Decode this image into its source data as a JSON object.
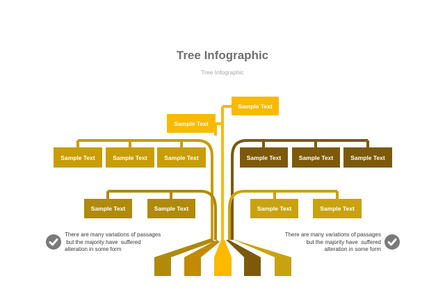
{
  "header": {
    "title": "Tree Infographic",
    "subtitle": "Tree Infographic"
  },
  "boxes": {
    "top_right": "Sample Text",
    "top_left": "Sample Text",
    "left_upper": [
      "Sample Text",
      "Sample Text",
      "Sample Text"
    ],
    "right_upper": [
      "Sample Text",
      "Sample Text",
      "Sample Text"
    ],
    "left_lower": [
      "Sample Text",
      "Sample Text"
    ],
    "right_lower": [
      "Sample Text",
      "Sample Text"
    ]
  },
  "notes": {
    "left": [
      "There are many variations of passages",
      " but the majority have  suffered",
      "alteration in some form"
    ],
    "right": [
      "There are many variations of passages",
      "but the majority have  suffered",
      "alteration in some form"
    ]
  },
  "icons": {
    "left": "check-circle-icon",
    "right": "check-circle-icon"
  },
  "colors": {
    "yellow": "#fbb900",
    "gold": "#c89d05",
    "olive": "#b08a0a",
    "brown": "#7c5a0a",
    "root1": "#b08a0a",
    "root2": "#c28a05",
    "root3": "#fbb900",
    "root4": "#7c5a0a",
    "root5": "#c9a20f"
  }
}
